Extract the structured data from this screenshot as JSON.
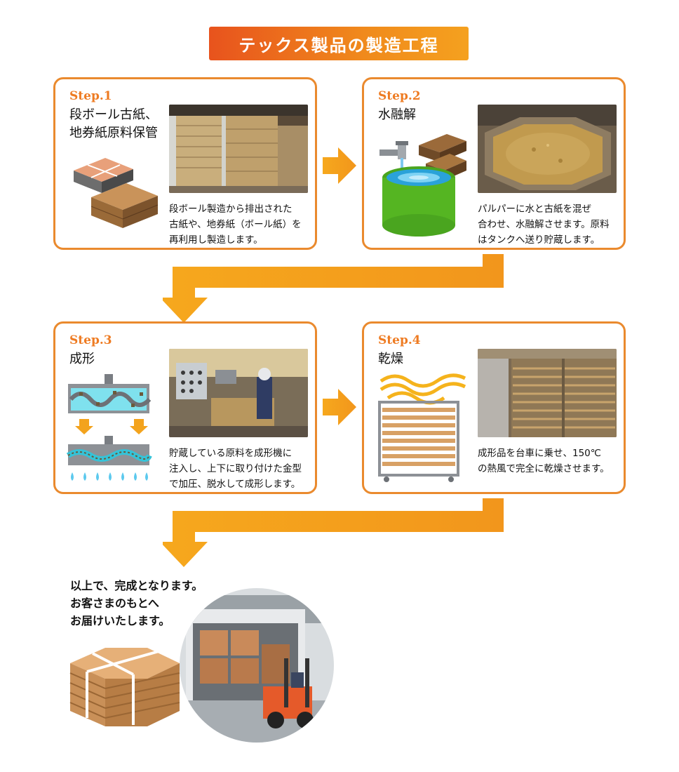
{
  "title": "テックス製品の製造工程",
  "steps": [
    {
      "num": "Step.1",
      "title": [
        "段ボール古紙、",
        "地券紙原料保管"
      ],
      "desc": [
        "段ボール製造から排出された",
        "古紙や、地券紙（ボール紙）を",
        "再利用し製造します。"
      ]
    },
    {
      "num": "Step.2",
      "title": [
        "水融解"
      ],
      "desc": [
        "パルパーに水と古紙を混ぜ",
        "合わせ、水融解させます。原料",
        "はタンクへ送り貯蔵します。"
      ]
    },
    {
      "num": "Step.3",
      "title": [
        "成形"
      ],
      "desc": [
        "貯蔵している原料を成形機に",
        "注入し、上下に取り付けた金型",
        "で加圧、脱水して成形します。"
      ]
    },
    {
      "num": "Step.4",
      "title": [
        "乾燥"
      ],
      "desc": [
        "成形品を台車に乗せ、150℃",
        "の熱風で完全に乾燥させます。"
      ]
    }
  ],
  "final": {
    "lines": [
      "以上で、完成となります。",
      "お客さまのもとへ",
      "お届けいたします。"
    ]
  },
  "colors": {
    "accent": "#ee7b22",
    "border": "#ea8a2e",
    "arrow": "#f3a31d",
    "banner_start": "#e8531d",
    "banner_end": "#f5a11f"
  }
}
